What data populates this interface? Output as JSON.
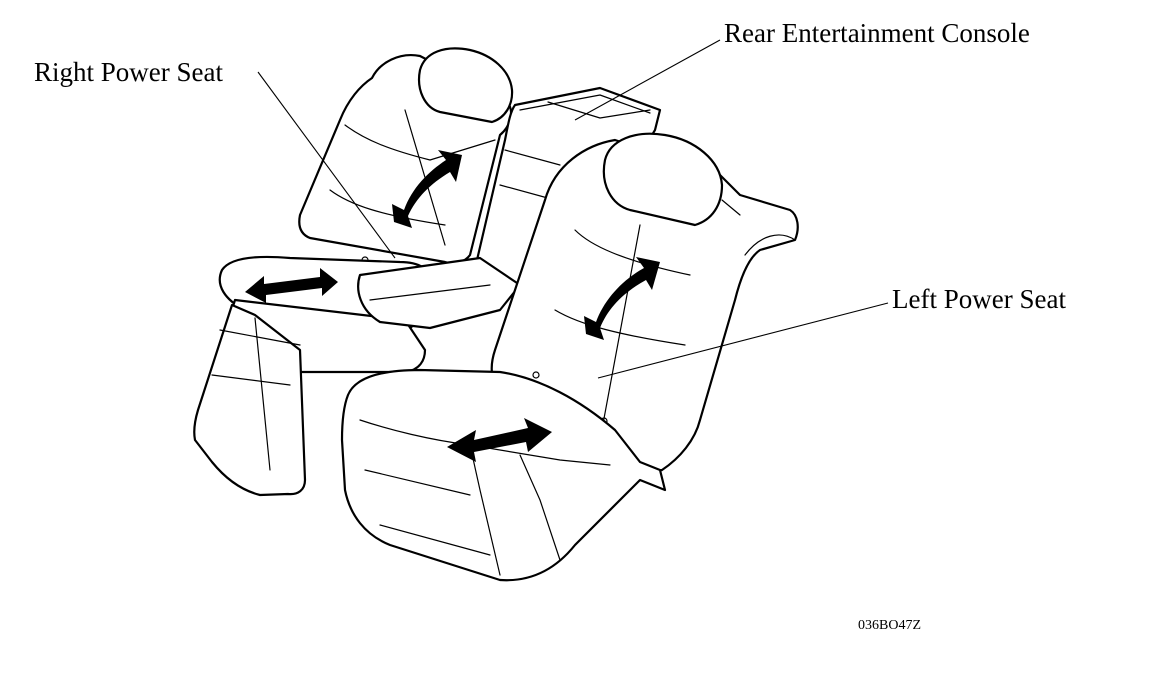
{
  "labels": {
    "right_power_seat": "Right Power Seat",
    "rear_entertainment_console": "Rear Entertainment Console",
    "left_power_seat": "Left Power Seat"
  },
  "figure_id": "036BO47Z",
  "colors": {
    "ink": "#000000",
    "paper": "#ffffff"
  }
}
